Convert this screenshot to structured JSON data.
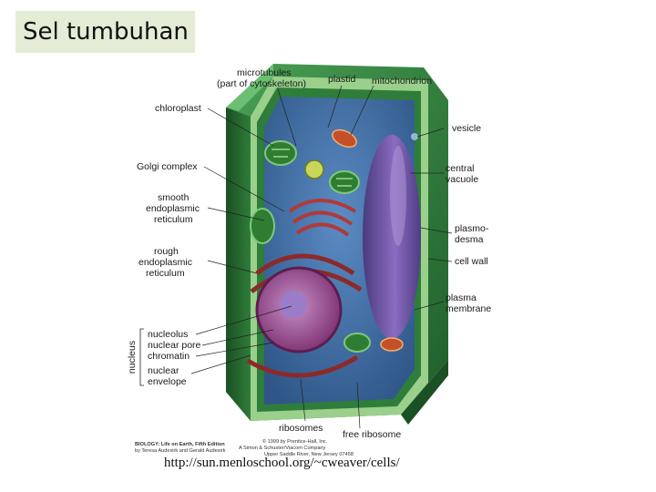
{
  "slide": {
    "title": "Sel tumbuhan",
    "source_url": "http://sun.menloschool.org/~cweaver/cells/"
  },
  "diagram": {
    "labels_top": {
      "microtubules_line1": "microtubules",
      "microtubules_line2": "(part of cytoskeleton)",
      "plastid": "plastid",
      "mitochondrion": "mitochondrion"
    },
    "labels_left": {
      "chloroplast": "chloroplast",
      "golgi": "Golgi complex",
      "smooth_er_1": "smooth",
      "smooth_er_2": "endoplasmic",
      "smooth_er_3": "reticulum",
      "rough_er_1": "rough",
      "rough_er_2": "endoplasmic",
      "rough_er_3": "reticulum",
      "nucleolus": "nucleolus",
      "nuclear_pore": "nuclear pore",
      "chromatin": "chromatin",
      "nuclear_env_1": "nuclear",
      "nuclear_env_2": "envelope",
      "nucleus": "nucleus"
    },
    "labels_right": {
      "vesicle": "vesicle",
      "central_vacuole_1": "central",
      "central_vacuole_2": "vacuole",
      "plasmodesma_1": "plasmo-",
      "plasmodesma_2": "desma",
      "cell_wall": "cell wall",
      "plasma_membrane_1": "plasma",
      "plasma_membrane_2": "membrane"
    },
    "labels_bottom": {
      "ribosomes": "ribosomes",
      "free_ribosome": "free ribosome"
    },
    "credits": {
      "book_1": "BIOLOGY: Life on Earth, Fifth Edition",
      "book_2": "by Teresa Audesirk and Gerald Audesirk",
      "copyright_1": "© 1999 by Prentice-Hall, Inc.",
      "copyright_2": "A Simon & Schuster/Viacom Company",
      "copyright_3": "Upper Saddle River, New Jersey 07458"
    },
    "colors": {
      "cell_wall": "#2e7d3a",
      "cytoplasm": "#3f6fa8",
      "vacuole": "#6b4f9c",
      "nucleus": "#8a3f78",
      "er": "#8c2a2a",
      "chloroplast": "#2f7d32",
      "mitochondrion": "#c4502a"
    }
  }
}
